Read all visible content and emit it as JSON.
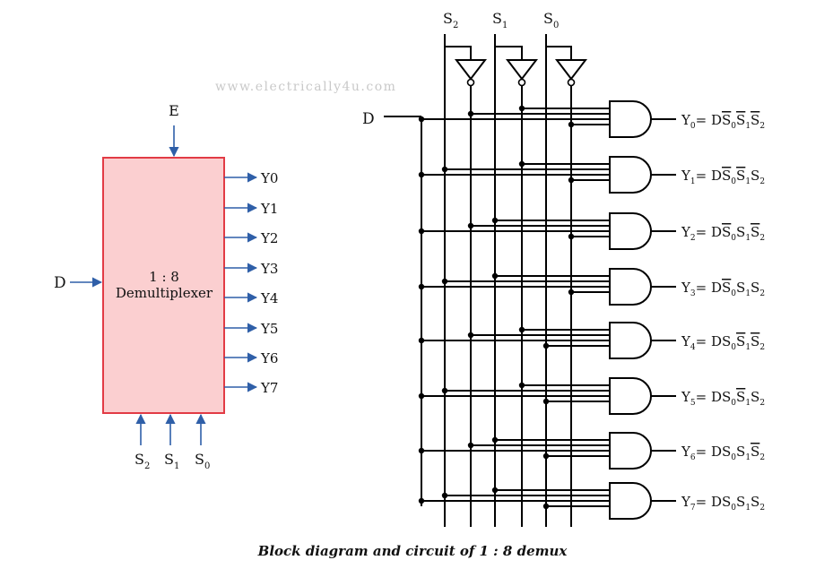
{
  "watermark": "www.electrically4u.com",
  "caption": "Block diagram and circuit of 1 : 8 demux",
  "colors": {
    "block_fill": "#fbcfd0",
    "block_stroke": "#e23b45",
    "arrow": "#2f5fa8",
    "wire": "#000000",
    "watermark": "#c9c9c9"
  },
  "block": {
    "title_line1": "1 : 8",
    "title_line2": "Demultiplexer",
    "enable_label": "E",
    "data_label": "D",
    "outputs": [
      "Y0",
      "Y1",
      "Y2",
      "Y3",
      "Y4",
      "Y5",
      "Y6",
      "Y7"
    ],
    "selects": [
      {
        "base": "S",
        "sub": "2"
      },
      {
        "base": "S",
        "sub": "1"
      },
      {
        "base": "S",
        "sub": "0"
      }
    ]
  },
  "circuit": {
    "data_label": "D",
    "select_labels": [
      {
        "base": "S",
        "sub": "2"
      },
      {
        "base": "S",
        "sub": "1"
      },
      {
        "base": "S",
        "sub": "0"
      }
    ],
    "outputs": [
      {
        "y": "Y",
        "n": "0",
        "eq": "= D",
        "s0": "0",
        "s1": "1",
        "s2": "2",
        "bar0": true,
        "bar1": true,
        "bar2": true
      },
      {
        "y": "Y",
        "n": "1",
        "eq": "= D",
        "s0": "0",
        "s1": "1",
        "s2": "2",
        "bar0": true,
        "bar1": true,
        "bar2": false
      },
      {
        "y": "Y",
        "n": "2",
        "eq": "= D",
        "s0": "0",
        "s1": "1",
        "s2": "2",
        "bar0": true,
        "bar1": false,
        "bar2": true
      },
      {
        "y": "Y",
        "n": "3",
        "eq": "= D",
        "s0": "0",
        "s1": "1",
        "s2": "2",
        "bar0": true,
        "bar1": false,
        "bar2": false
      },
      {
        "y": "Y",
        "n": "4",
        "eq": "= D",
        "s0": "0",
        "s1": "1",
        "s2": "2",
        "bar0": false,
        "bar1": true,
        "bar2": true
      },
      {
        "y": "Y",
        "n": "5",
        "eq": "= D",
        "s0": "0",
        "s1": "1",
        "s2": "2",
        "bar0": false,
        "bar1": true,
        "bar2": false
      },
      {
        "y": "Y",
        "n": "6",
        "eq": "= D",
        "s0": "0",
        "s1": "1",
        "s2": "2",
        "bar0": false,
        "bar1": false,
        "bar2": true
      },
      {
        "y": "Y",
        "n": "7",
        "eq": "= D",
        "s0": "0",
        "s1": "1",
        "s2": "2",
        "bar0": false,
        "bar1": false,
        "bar2": false
      }
    ]
  }
}
